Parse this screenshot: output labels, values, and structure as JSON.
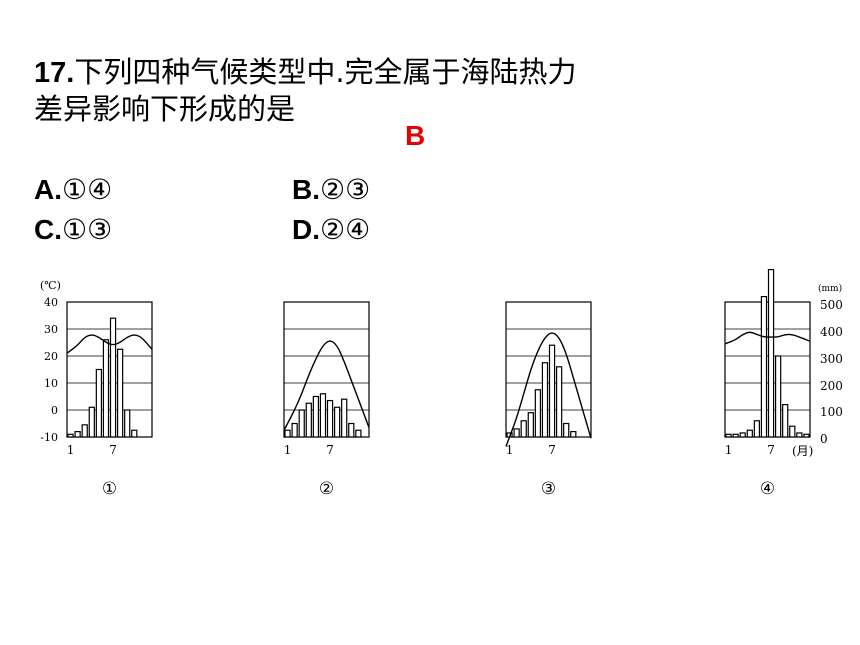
{
  "question": {
    "number": "17.",
    "line1": "下列四种气候类型中.完全属于海陆热力",
    "line2": "差异影响下形成的是",
    "answer": "B"
  },
  "options": [
    {
      "letter": "A.",
      "text": "①④"
    },
    {
      "letter": "B.",
      "text": "②③"
    },
    {
      "letter": "C.",
      "text": "①③"
    },
    {
      "letter": "D.",
      "text": "②④"
    }
  ],
  "left_axis": {
    "unit": "(℃)",
    "ticks": [
      "40",
      "30",
      "20",
      "10",
      "0",
      "-10"
    ]
  },
  "right_axis": {
    "unit": "(mm)",
    "ticks": [
      "500",
      "400",
      "300",
      "200",
      "100",
      "0"
    ],
    "month_unit": "(月)"
  },
  "month_ticks": [
    "1",
    "7"
  ],
  "chart_labels": [
    "①",
    "②",
    "③",
    "④"
  ],
  "chart_data": [
    {
      "type": "bar",
      "label": "①",
      "x": [
        1,
        2,
        3,
        4,
        5,
        6,
        7,
        8,
        9,
        10,
        11,
        12
      ],
      "temperature_c": [
        22,
        24,
        27,
        28,
        27,
        25,
        24,
        25,
        27,
        28,
        27,
        24
      ],
      "precipitation_rel": [
        2,
        4,
        9,
        22,
        50,
        72,
        88,
        65,
        20,
        5,
        0,
        0
      ],
      "ylim": [
        -10,
        40
      ]
    },
    {
      "type": "bar",
      "label": "②",
      "x": [
        1,
        2,
        3,
        4,
        5,
        6,
        7,
        8,
        9,
        10,
        11,
        12
      ],
      "temperature_c": [
        -5,
        0,
        6,
        13,
        19,
        24,
        26,
        24,
        18,
        11,
        4,
        -3
      ],
      "precipitation_rel": [
        5,
        10,
        20,
        25,
        30,
        32,
        27,
        22,
        28,
        10,
        5,
        0
      ],
      "ylim": [
        -10,
        40
      ]
    },
    {
      "type": "bar",
      "label": "③",
      "x": [
        1,
        2,
        3,
        4,
        5,
        6,
        7,
        8,
        9,
        10,
        11,
        12
      ],
      "temperature_c": [
        -10,
        -3,
        6,
        15,
        22,
        27,
        29,
        27,
        21,
        12,
        3,
        -6
      ],
      "precipitation_rel": [
        3,
        6,
        12,
        18,
        35,
        55,
        68,
        52,
        10,
        4,
        0,
        0
      ],
      "ylim": [
        -10,
        40
      ]
    },
    {
      "type": "bar",
      "label": "④",
      "x": [
        1,
        2,
        3,
        4,
        5,
        6,
        7,
        8,
        9,
        10,
        11,
        12
      ],
      "temperature_c": [
        25,
        26,
        28,
        29,
        28,
        27,
        27,
        27,
        28,
        28,
        27,
        26
      ],
      "precipitation_mm": [
        10,
        10,
        15,
        25,
        60,
        520,
        620,
        300,
        120,
        40,
        15,
        10
      ],
      "ylim_mm": [
        0,
        500
      ]
    }
  ]
}
